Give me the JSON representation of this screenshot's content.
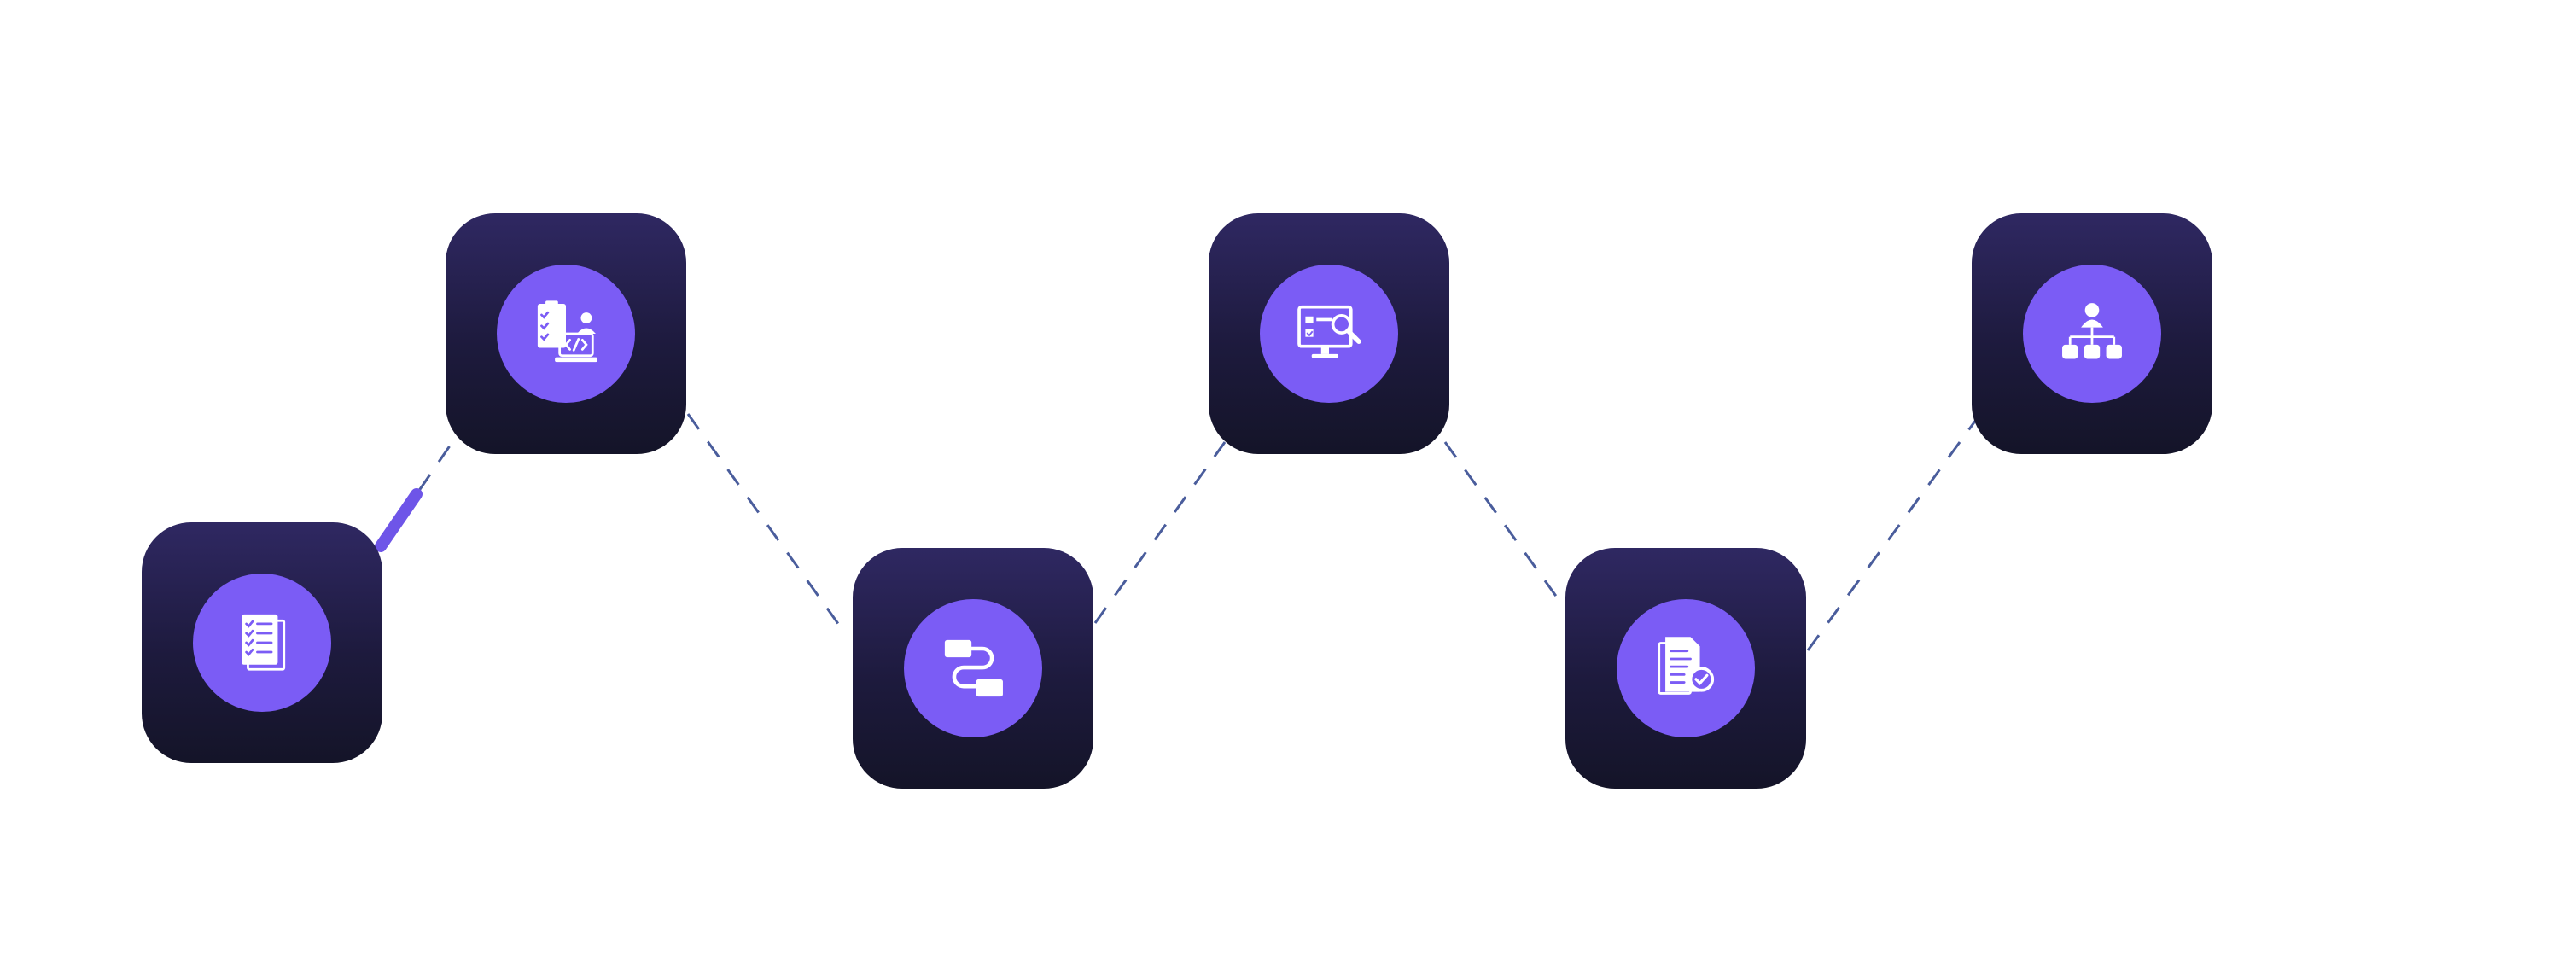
{
  "colors": {
    "node_gradient_top": "#2f2862",
    "node_gradient_bottom": "#141428",
    "icon_circle": "#7b5cf5",
    "icon_glyph": "#ffffff",
    "connector_dashed": "#4a5d9c",
    "connector_progress": "#6e55e8"
  },
  "steps": [
    {
      "id": 1,
      "icon": "checklist-document-icon"
    },
    {
      "id": 2,
      "icon": "developer-code-checklist-icon"
    },
    {
      "id": 3,
      "icon": "workflow-process-icon"
    },
    {
      "id": 4,
      "icon": "monitor-inspection-icon"
    },
    {
      "id": 5,
      "icon": "document-approval-icon"
    },
    {
      "id": 6,
      "icon": "organization-hierarchy-icon"
    }
  ],
  "progress": {
    "completed_connectors": 0.5
  }
}
